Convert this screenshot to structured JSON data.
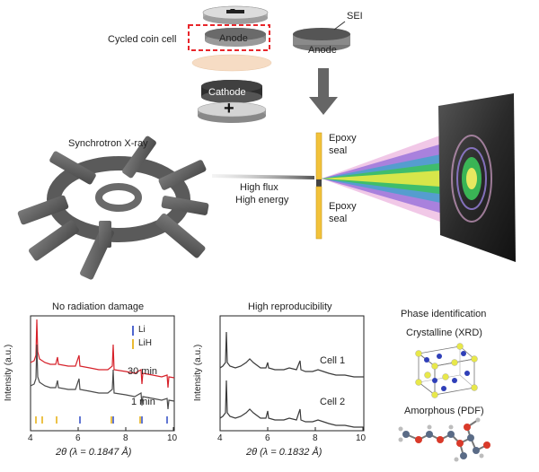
{
  "top": {
    "coin_cell_label": "Cycled coin cell",
    "anode_label": "Anode",
    "anode2_label": "Anode",
    "sei_label": "SEI",
    "cathode_label": "Cathode",
    "plus_label": "+",
    "minus_label": "−",
    "source_label": "Synchrotron X-ray",
    "beam_line1": "High flux",
    "beam_line2": "High energy",
    "epoxy_top_1": "Epoxy",
    "epoxy_top_2": "seal",
    "epoxy_bot_1": "Epoxy",
    "epoxy_bot_2": "seal"
  },
  "colors": {
    "dash_red": "#e8262b",
    "line_red": "#d62029",
    "line_grey": "#4a4a4a",
    "li_blue": "#3b55c8",
    "lih_yellow": "#e7b21a"
  },
  "panel_a": {
    "title": "No radiation damage",
    "ylabel": "Intensity (a.u.)",
    "xlabel": "2θ (λ = 0.1847 Å)",
    "label_top": "30 min",
    "label_bottom": "1 min",
    "legend_li": "Li",
    "legend_lih": "LiH",
    "xticks": [
      "4",
      "6",
      "8",
      "10"
    ]
  },
  "panel_b": {
    "title": "High reproducibility",
    "ylabel": "Intensity (a.u.)",
    "xlabel": "2θ (λ = 0.1832 Å)",
    "label_top": "Cell 1",
    "label_bottom": "Cell 2",
    "xticks": [
      "4",
      "6",
      "8",
      "10"
    ]
  },
  "panel_c": {
    "title": "Phase identification",
    "crystal_label": "Crystalline (XRD)",
    "amorph_label": "Amorphous (PDF)"
  },
  "chart_data": [
    {
      "type": "line",
      "title": "No radiation damage",
      "xlabel": "2θ (λ = 0.1847 Å)",
      "ylabel": "Intensity (a.u.)",
      "xlim": [
        4,
        10
      ],
      "series": [
        {
          "name": "30 min",
          "peaks_2theta": [
            4.4,
            5.3,
            6.2,
            7.5,
            8.75,
            9.9
          ]
        },
        {
          "name": "1 min",
          "peaks_2theta": [
            4.4,
            5.3,
            6.2,
            7.5,
            8.75,
            9.9
          ]
        }
      ],
      "reference_ticks": {
        "Li": [
          6.2,
          7.5,
          8.8,
          9.9
        ],
        "LiH": [
          4.2,
          4.6,
          5.3,
          7.5,
          8.7
        ]
      }
    },
    {
      "type": "line",
      "title": "High reproducibility",
      "xlabel": "2θ (λ = 0.1832 Å)",
      "ylabel": "Intensity (a.u.)",
      "xlim": [
        4,
        10
      ],
      "series": [
        {
          "name": "Cell 1",
          "peaks_2theta": [
            4.3,
            5.1,
            6.0,
            7.3,
            8.5
          ]
        },
        {
          "name": "Cell 2",
          "peaks_2theta": [
            4.3,
            5.1,
            6.0,
            7.3,
            8.5
          ]
        }
      ]
    }
  ]
}
